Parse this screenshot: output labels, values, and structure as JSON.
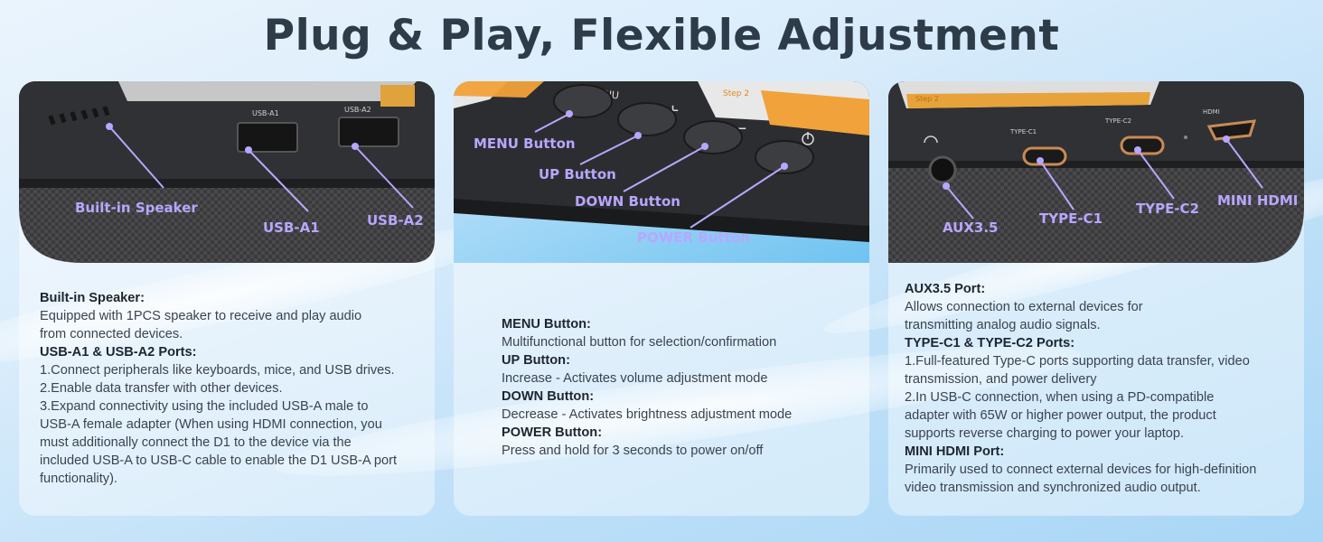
{
  "title": "Plug & Play, Flexible Adjustment",
  "colors": {
    "label": "#b9a6ff",
    "title": "#2e3c4a",
    "text": "#3b4350"
  },
  "card1": {
    "labels": {
      "speaker": "Built-in Speaker",
      "usba1": "USB-A1",
      "usba2": "USB-A2"
    },
    "device_text": {
      "port1": "USB-A2",
      "port2": "USB-A1"
    },
    "lines": [
      {
        "text": "Built-in Speaker:",
        "bold": true
      },
      {
        "text": "Equipped with 1PCS speaker to receive and play audio",
        "bold": false
      },
      {
        "text": "from connected devices.",
        "bold": false
      },
      {
        "text": "USB-A1 & USB-A2 Ports:",
        "bold": true
      },
      {
        "text": "1.Connect peripherals like keyboards, mice, and USB drives.",
        "bold": false
      },
      {
        "text": "2.Enable data transfer with other devices.",
        "bold": false
      },
      {
        "text": "3.Expand connectivity using the included USB-A male to",
        "bold": false
      },
      {
        "text": "USB-A female adapter (When using HDMI connection, you",
        "bold": false
      },
      {
        "text": "must additionally connect the D1 to the device via the",
        "bold": false
      },
      {
        "text": "included USB-A to USB-C cable to enable the D1 USB-A port",
        "bold": false
      },
      {
        "text": "functionality).",
        "bold": false
      }
    ]
  },
  "card2": {
    "labels": {
      "menu": "MENU Button",
      "up": "UP Button",
      "down": "DOWN Button",
      "power": "POWER Button"
    },
    "device_text": {
      "menu": "MENU",
      "plus": "+",
      "minus": "−",
      "step": "Step 2"
    },
    "lines": [
      {
        "text": "MENU Button:",
        "bold": true
      },
      {
        "text": "Multifunctional button for selection/confirmation",
        "bold": false
      },
      {
        "text": "UP Button:",
        "bold": true
      },
      {
        "text": "Increase - Activates volume adjustment mode",
        "bold": false
      },
      {
        "text": "DOWN Button:",
        "bold": true
      },
      {
        "text": "Decrease - Activates brightness adjustment mode",
        "bold": false
      },
      {
        "text": "POWER Button:",
        "bold": true
      },
      {
        "text": "Press and hold for 3 seconds to power on/off",
        "bold": false
      }
    ]
  },
  "card3": {
    "labels": {
      "aux": "AUX3.5",
      "typec1": "TYPE-C1",
      "typec2": "TYPE-C2",
      "hdmi": "MINI HDMI"
    },
    "device_text": {
      "typec1": "TYPE-C1",
      "typec2": "TYPE-C2",
      "hdmi": "HDMI",
      "step": "Step 2"
    },
    "lines": [
      {
        "text": "AUX3.5 Port:",
        "bold": true
      },
      {
        "text": "Allows connection to external devices for",
        "bold": false
      },
      {
        "text": "transmitting analog audio signals.",
        "bold": false
      },
      {
        "text": "TYPE-C1 & TYPE-C2 Ports:",
        "bold": true
      },
      {
        "text": "1.Full-featured Type-C ports supporting data transfer, video",
        "bold": false
      },
      {
        "text": "transmission, and power delivery",
        "bold": false
      },
      {
        "text": "2.In USB-C connection, when using a PD-compatible",
        "bold": false
      },
      {
        "text": "adapter with 65W or higher power output, the product",
        "bold": false
      },
      {
        "text": "supports reverse charging to power your laptop.",
        "bold": false
      },
      {
        "text": "MINI HDMI Port:",
        "bold": true
      },
      {
        "text": "Primarily used to connect external devices for high-definition",
        "bold": false
      },
      {
        "text": "video transmission and synchronized audio output.",
        "bold": false
      }
    ]
  }
}
